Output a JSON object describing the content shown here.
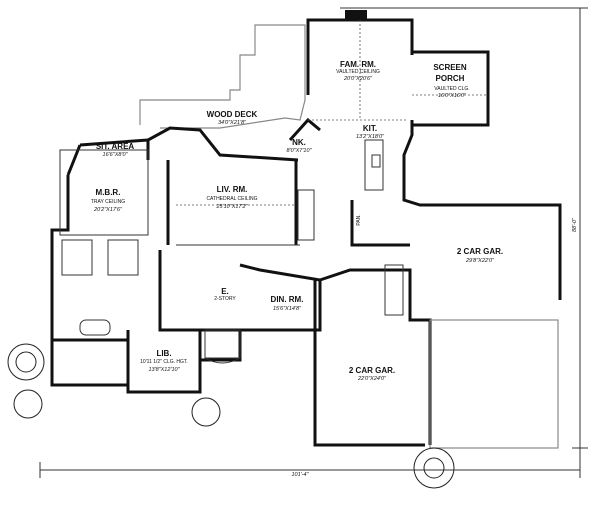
{
  "rooms": {
    "wood_deck": {
      "name": "WOOD DECK",
      "size": "34'0\"X21'8\""
    },
    "sit_area": {
      "name": "SIT. AREA",
      "size": "16'6\"X8'0\""
    },
    "mbr": {
      "name": "M.B.R.",
      "note": "TRAY CEILING",
      "size": "20'2\"X17'6\""
    },
    "liv_rm": {
      "name": "LIV. RM.",
      "note": "CATHEDRAL CEILING",
      "size": "25'10\"X17'2\""
    },
    "nook": {
      "name": "NK.",
      "size": "8'0\"X7'10\""
    },
    "fam_rm": {
      "name": "FAM. RM.",
      "note": "VAULTED CEILING",
      "size": "20'0\"X20'6\""
    },
    "screen_porch": {
      "name1": "SCREEN",
      "name2": "PORCH",
      "note": "VAULTED CLG.",
      "size": "16'0\"X16'0\""
    },
    "kit": {
      "name": "KIT.",
      "size": "13'2\"X18'0\""
    },
    "pantry": {
      "name": "PAN."
    },
    "entry": {
      "name": "E.",
      "note": "2-STORY"
    },
    "din_rm": {
      "name": "DIN. RM.",
      "size": "15'6\"X14'8\""
    },
    "lib": {
      "name": "LIB.",
      "note": "10'11 1/2\" CLG. HGT.",
      "size": "13'8\"X12'10\""
    },
    "garage_front": {
      "name": "2 CAR GAR.",
      "size": "22'0\"X24'0\""
    },
    "garage_side": {
      "name": "2 CAR GAR.",
      "size": "29'8\"X22'0\""
    }
  },
  "dimensions": {
    "overall_width": "101'-4\"",
    "overall_depth": "88'-0\""
  }
}
